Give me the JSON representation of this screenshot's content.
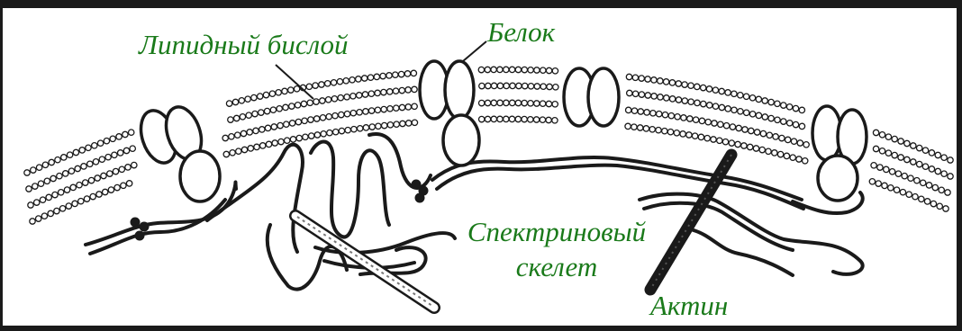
{
  "labels": {
    "lipid_bilayer": "Липидный бислой",
    "protein": "Белок",
    "spectrin_line1": "Спектриновый",
    "spectrin_line2": "скелет",
    "actin": "Актин"
  },
  "colors": {
    "label_text": "#1a7a1a",
    "ink": "#1a1a1a",
    "background": "#ffffff"
  }
}
